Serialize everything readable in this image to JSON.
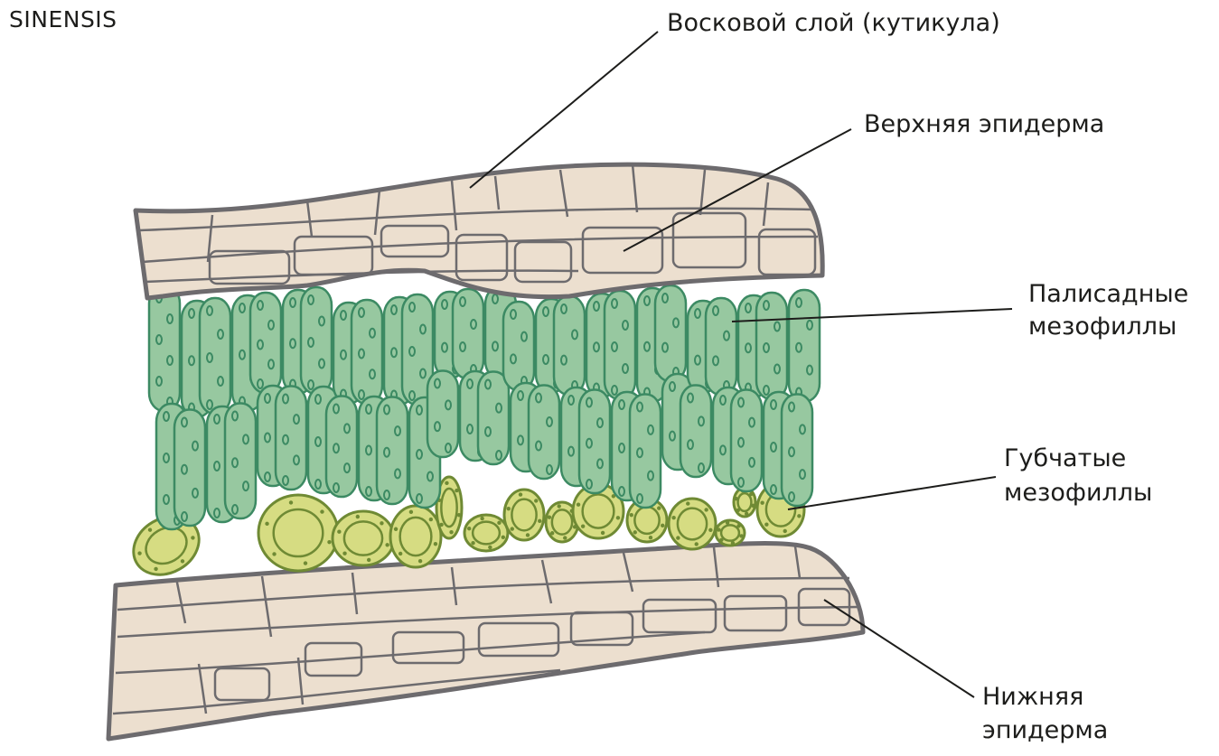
{
  "brand": "SINENSIS",
  "labels": {
    "cuticle": "Восковой слой (кутикула)",
    "upper_epidermis": "Верхняя эпидерма",
    "palisade_line1": "Палисадные",
    "palisade_line2": "мезофиллы",
    "spongy_line1": "Губчатые",
    "spongy_line2": "мезофиллы",
    "lower_epidermis_line1": "Нижняя",
    "lower_epidermis_line2": "эпидерма"
  },
  "colors": {
    "epidermis_fill": "#ecdfcf",
    "outline": "#6d6b6e",
    "palisade_fill": "#97c8a0",
    "palisade_outline": "#3c8a63",
    "spongy_fill": "#d6dc82",
    "spongy_outline": "#6f8a34",
    "leader_line": "#1d1d1b"
  }
}
